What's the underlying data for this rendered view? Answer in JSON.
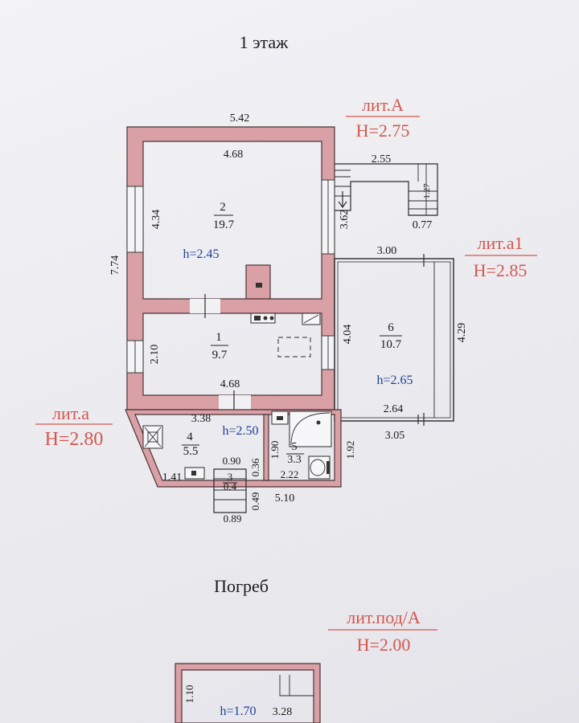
{
  "floor_title": "1 этаж",
  "cellar_title": "Погреб",
  "liters": [
    {
      "name": "лит.А",
      "height": "H=2.75"
    },
    {
      "name": "лит.а1",
      "height": "H=2.85"
    },
    {
      "name": "лит.а",
      "height": "H=2.80"
    },
    {
      "name": "лит.под/А",
      "height": "H=2.00"
    }
  ],
  "rooms": [
    {
      "number": "2",
      "area": "19.7",
      "height": "h=2.45"
    },
    {
      "number": "1",
      "area": "9.7"
    },
    {
      "number": "6",
      "area": "10.7",
      "height": "h=2.65"
    },
    {
      "number": "4",
      "area": "5.5",
      "height": "h=2.50"
    },
    {
      "number": "5",
      "area": "3.3"
    },
    {
      "number": "3",
      "area": "0.4"
    }
  ],
  "dimensions": {
    "top_outer": "5.42",
    "top_inner": "4.68",
    "left_room2": "4.34",
    "left_total": "7.74",
    "stair_right": "3.62",
    "stair_top": "2.55",
    "stair_step": "1.27",
    "stair_bottom": "0.77",
    "ext_top": "3.00",
    "ext_right": "4.29",
    "ext_left": "4.04",
    "ext_bottom_inner": "2.64",
    "ext_bottom_outer": "3.05",
    "room1_left": "2.10",
    "room1_bottom": "4.68",
    "veranda_top": "3.38",
    "veranda_left": "1.41",
    "porch_w": "0.90",
    "porch_h": "0.36",
    "porch_small": "0.49",
    "porch_bottom": "0.89",
    "bath_h": "1.90",
    "bath_w": "2.22",
    "bath_right": "1.92",
    "veranda_bottom": "5.10",
    "cellar_h": "1.10",
    "cellar_w": "3.28"
  },
  "cellar": {
    "height": "h=1.70"
  }
}
